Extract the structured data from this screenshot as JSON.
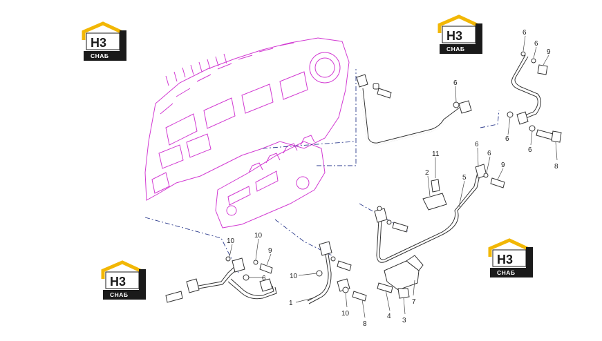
{
  "logo": {
    "mark": "Н3",
    "subtitle": "СНАБ"
  },
  "callouts": {
    "c1": "6",
    "c2": "6",
    "c3": "9",
    "c4": "6",
    "c5": "6",
    "c6": "6",
    "c7": "8",
    "c8": "11",
    "c9": "2",
    "c10": "5",
    "c11": "6",
    "c12": "6",
    "c13": "9",
    "c14": "10",
    "c15": "10",
    "c16": "9",
    "c17": "6",
    "c18": "10",
    "c19": "1",
    "c20": "10",
    "c21": "8",
    "c22": "4",
    "c23": "3",
    "c24": "7"
  },
  "colors": {
    "engine_outline": "#d23ad2",
    "guide_lines": "#2b3a8c",
    "logo_gold": "#f2b705",
    "logo_dark": "#1a1a1a"
  }
}
